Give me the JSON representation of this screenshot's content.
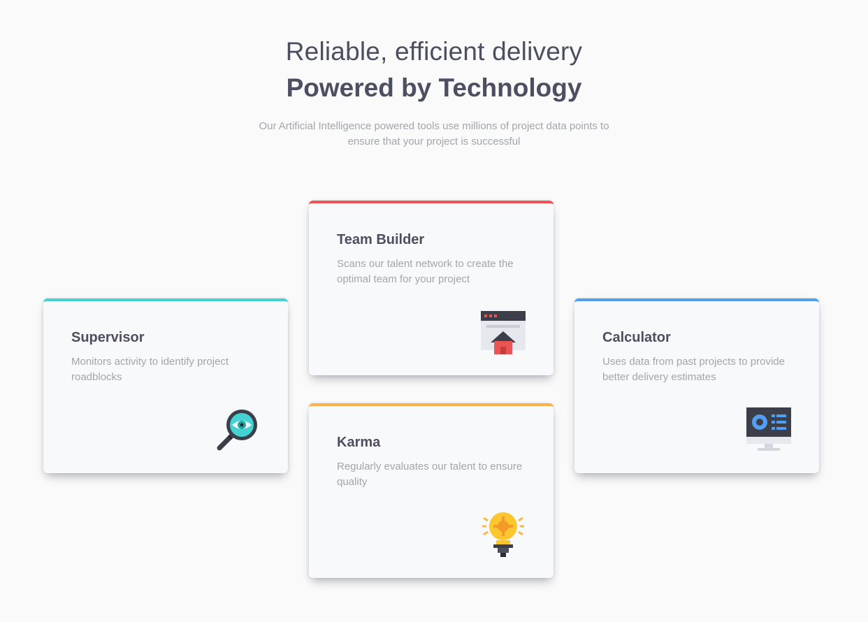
{
  "header": {
    "headline_light": "Reliable, efficient delivery",
    "headline_bold": "Powered by Technology",
    "intro": "Our Artificial Intelligence powered tools use millions of project data points to ensure that your project is successful"
  },
  "cards": {
    "supervisor": {
      "title": "Supervisor",
      "description": "Monitors activity to identify project roadblocks",
      "icon": "magnifier-eye-icon",
      "accent": "#44d3d2"
    },
    "team_builder": {
      "title": "Team Builder",
      "description": "Scans our talent network to create the optimal team for your project",
      "icon": "browser-house-icon",
      "accent": "#ea5454"
    },
    "karma": {
      "title": "Karma",
      "description": "Regularly evaluates our talent to ensure quality",
      "icon": "lightbulb-icon",
      "accent": "#fcaf4a"
    },
    "calculator": {
      "title": "Calculator",
      "description": "Uses data from past projects to provide better delivery estimates",
      "icon": "monitor-chart-icon",
      "accent": "#549ef2"
    }
  },
  "colors": {
    "background": "#fafafa",
    "heading": "#4c4e61",
    "body_text": "#a3a5ae"
  }
}
